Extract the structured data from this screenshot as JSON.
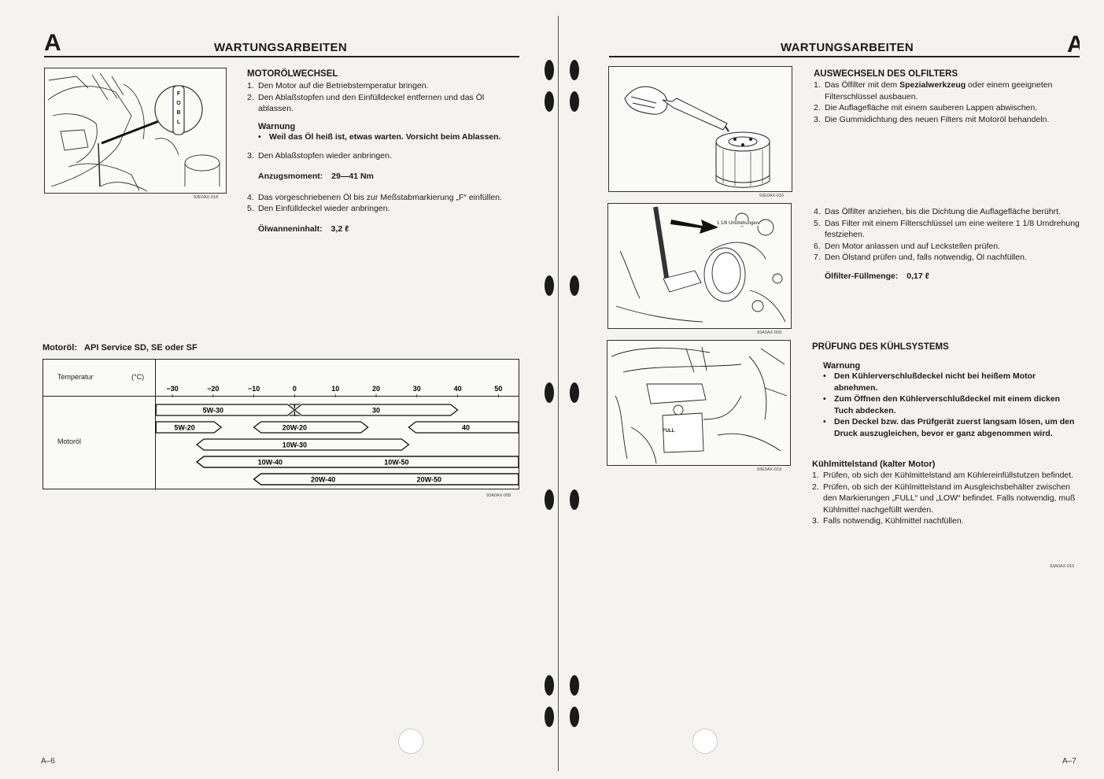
{
  "left_page": {
    "page_letter": "A",
    "header": "WARTUNGSARBEITEN",
    "page_number": "A–6",
    "figure_code": "93E0AX-018",
    "section_title": "MOTORÖLWECHSEL",
    "steps_a": [
      {
        "n": "1.",
        "text": "Den Motor auf die Betriebstemperatur bringen."
      },
      {
        "n": "2.",
        "text": "Den Ablaßstopfen und den Einfülldeckel entfernen und das Öl ablassen."
      }
    ],
    "warning_title": "Warnung",
    "warning_text": "Weil das Öl heiß ist, etwas warten. Vorsicht beim Ablassen.",
    "step_3": {
      "n": "3.",
      "text": "Den Ablaßstopfen wieder anbringen."
    },
    "torque_label": "Anzugsmoment:",
    "torque_value": "29—41 Nm",
    "steps_b": [
      {
        "n": "4.",
        "text": "Das vorgeschriebenen Öl bis zur Meßstabmarkierung „F“ einfüllen."
      },
      {
        "n": "5.",
        "text": "Den Einfülldeckel wieder anbringen."
      }
    ],
    "capacity_label": "Ölwanneninhalt:",
    "capacity_value": "3,2 ℓ",
    "oil_spec_label": "Motoröl:",
    "oil_spec_value": "API Service SD, SE oder SF",
    "table_code": "93A0AX-008",
    "dipstick_marks": [
      "F",
      "O",
      "B",
      "L"
    ]
  },
  "viscosity_table": {
    "temp_label": "Temperatur",
    "unit": "(°C)",
    "row_label": "Motoröl",
    "ticks": [
      "−30",
      "−20",
      "−10",
      "0",
      "10",
      "20",
      "30",
      "40",
      "50"
    ],
    "tick_values": [
      -30,
      -20,
      -10,
      0,
      10,
      20,
      30,
      40,
      50
    ],
    "bars": [
      {
        "row": 0,
        "label": "5W-30",
        "from": -34,
        "to": 0,
        "left_arrow": false,
        "right_arrow": false
      },
      {
        "row": 0,
        "label": "30",
        "from": 0,
        "to": 40,
        "left_arrow": false,
        "right_arrow": true
      },
      {
        "row": 1,
        "label": "5W-20",
        "from": -34,
        "to": -18,
        "left_arrow": false,
        "right_arrow": true
      },
      {
        "row": 1,
        "label": "20W-20",
        "from": -10,
        "to": 18,
        "left_arrow": true,
        "right_arrow": true
      },
      {
        "row": 1,
        "label": "40",
        "from": 28,
        "to": 56,
        "left_arrow": true,
        "right_arrow": false
      },
      {
        "row": 2,
        "label": "10W-30",
        "from": -24,
        "to": 28,
        "left_arrow": true,
        "right_arrow": true
      },
      {
        "row": 3,
        "label": "10W-40",
        "from": -24,
        "to": 56,
        "left_arrow": true,
        "right_arrow": false
      },
      {
        "row": 3,
        "label": "10W-50",
        "from": -24,
        "to": 56,
        "left_arrow": true,
        "right_arrow": false
      },
      {
        "row": 4,
        "label": "20W-40",
        "from": -10,
        "to": 56,
        "left_arrow": true,
        "right_arrow": false
      },
      {
        "row": 4,
        "label": "20W-50",
        "from": -10,
        "to": 56,
        "left_arrow": true,
        "right_arrow": false
      }
    ],
    "label_positions": [
      {
        "row": 0,
        "label": "5W-30",
        "at": -20
      },
      {
        "row": 0,
        "label": "30",
        "at": 20
      },
      {
        "row": 1,
        "label": "5W-20",
        "at": -27
      },
      {
        "row": 1,
        "label": "20W-20",
        "at": 0
      },
      {
        "row": 1,
        "label": "40",
        "at": 42
      },
      {
        "row": 2,
        "label": "10W-30",
        "at": 0
      },
      {
        "row": 3,
        "label": "10W-40",
        "at": -6
      },
      {
        "row": 3,
        "label": "10W-50",
        "at": 25
      },
      {
        "row": 4,
        "label": "20W-40",
        "at": 7
      },
      {
        "row": 4,
        "label": "20W-50",
        "at": 33
      }
    ]
  },
  "right_page": {
    "page_letter": "A",
    "header": "WARTUNGSARBEITEN",
    "page_number": "A–7",
    "fig1_code": "93E0AX-016",
    "fig2_code": "93A0AX-009",
    "fig2_callout": "1 1/8 Umdrehungen",
    "fig3_code": "93E0AX-019",
    "filter_title": "AUSWECHSELN DES ÖLFILTERS",
    "filter_step1_n": "1.",
    "filter_step1_a": "Das Ölfilter mit dem ",
    "filter_step1_b": "Spezialwerkzeug",
    "filter_step1_c": " oder einem geeigneten Filterschlüssel ausbauen.",
    "filter_steps_a": [
      {
        "n": "2.",
        "text": "Die Auflagefläche mit einem sauberen Lappen abwischen."
      },
      {
        "n": "3.",
        "text": "Die Gummidichtung des neuen Filters mit Motoröl behandeln."
      }
    ],
    "filter_steps_b": [
      {
        "n": "4.",
        "text": "Das Ölfilter anziehen, bis die Dichtung die Auflagefläche berührt."
      },
      {
        "n": "5.",
        "text": "Das Filter mit einem Filterschlüssel um eine weitere 1 1/8 Umdrehung festziehen."
      },
      {
        "n": "6.",
        "text": "Den Motor anlassen und auf Leckstellen prüfen."
      },
      {
        "n": "7.",
        "text": "Den Ölstand prüfen und, falls notwendig, Öl nachfüllen."
      }
    ],
    "filter_fill_label": "Ölfilter-Füllmenge:",
    "filter_fill_value": "0,17 ℓ",
    "cooling_title": "PRÜFUNG DES KÜHLSYSTEMS",
    "warning_title": "Warnung",
    "warnings": [
      "Den Kühlerverschlußdeckel nicht bei heißem Motor abnehmen.",
      "Zum Öffnen den Kühlerverschlußdeckel mit einem dicken Tuch abdecken.",
      "Den Deckel bzw. das Prüfgerät zuerst langsam lösen, um den Druck auszugleichen, bevor er ganz abgenommen wird."
    ],
    "coolant_title": "Kühlmittelstand (kalter Motor)",
    "coolant_steps": [
      {
        "n": "1.",
        "text": "Prüfen, ob sich der Kühlmittelstand am Kühlereinfüllstutzen befindet."
      },
      {
        "n": "2.",
        "text": "Prüfen, ob sich der Kühlmittelstand im Ausgleichsbehälter zwischen den Markierungen „FULL“ und „LOW“ befindet. Falls notwendig, muß Kühlmittel nachgefüllt werden."
      },
      {
        "n": "3.",
        "text": "Falls notwendig, Kühlmittel nachfüllen."
      }
    ],
    "text_code": "93A0AX-010",
    "reservoir_mark": "FULL"
  }
}
